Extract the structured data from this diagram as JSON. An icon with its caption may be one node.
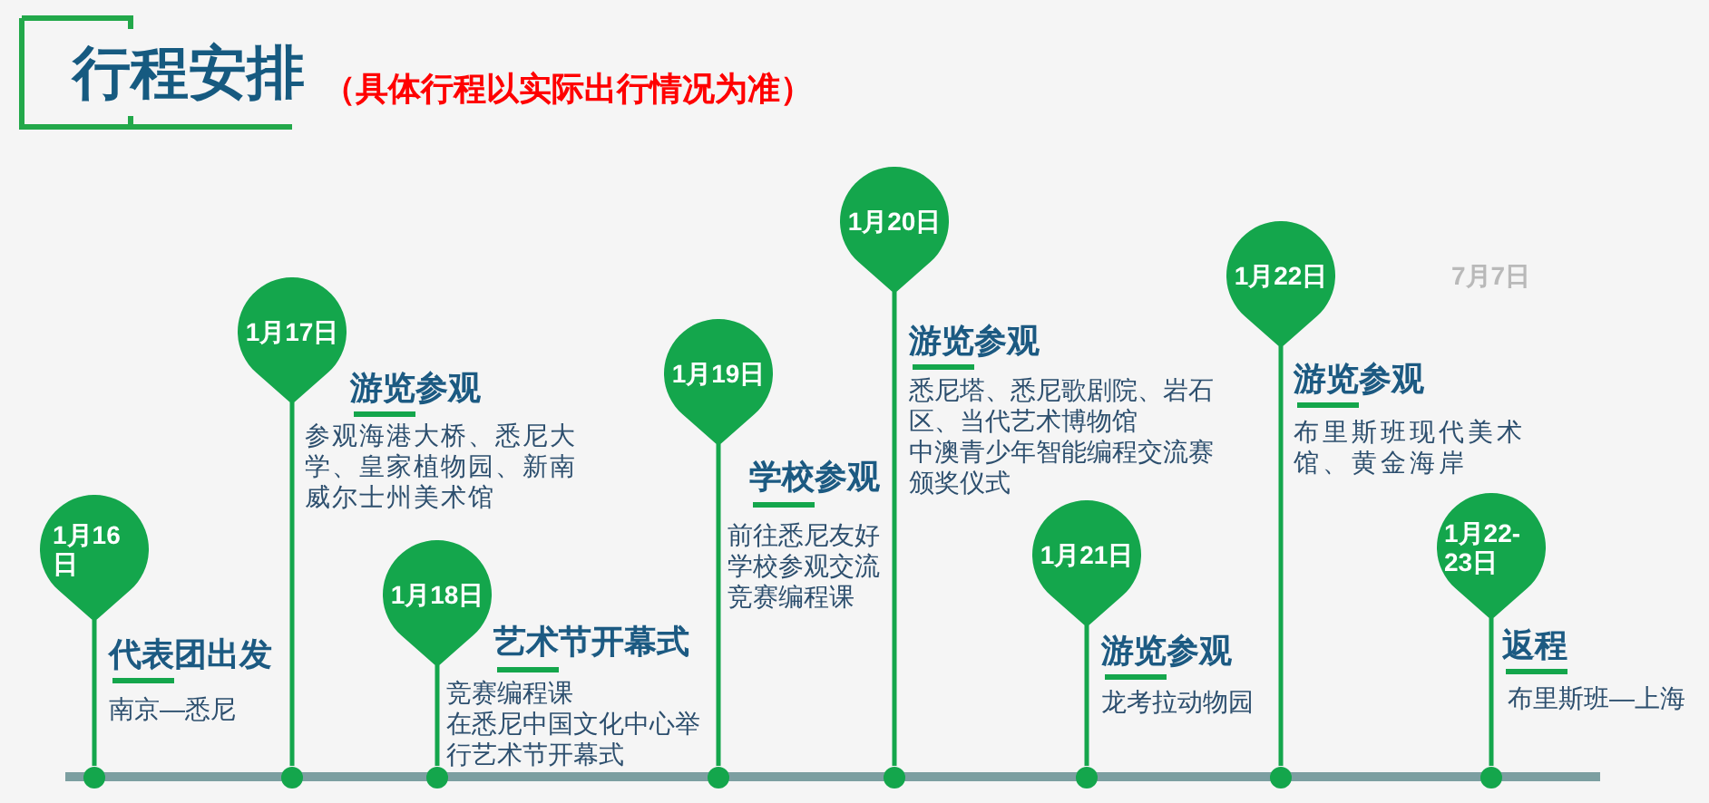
{
  "diagram": {
    "title": "行程安排",
    "nodes": [
      {
        "text": [
          "1月16日"
        ],
        "beside": [
          "代表团出发",
          "南京—悉尼"
        ]
      },
      {
        "text": [
          "1月17日"
        ],
        "beside": [
          "游览参观",
          "参观海港大桥、悉尼大学、皇家植物园、新南威尔士州美术馆"
        ]
      },
      {
        "text": [
          "1月18日"
        ],
        "beside": [
          "艺术节开幕式",
          "竞赛编程课",
          "在悉尼中国文化中心举行艺术节开幕式"
        ]
      },
      {
        "text": [
          "1月19日"
        ],
        "beside": [
          "学校参观",
          "前往悉尼友好学校参观交流",
          "竞赛编程课"
        ]
      },
      {
        "text": [
          "1月20日"
        ],
        "beside": [
          "游览参观",
          "悉尼塔、悉尼歌剧院、岩石区、当代艺术博物馆",
          "中澳青少年智能编程交流赛颁奖仪式"
        ]
      },
      {
        "text": [
          "1月21日"
        ],
        "beside": [
          "游览参观",
          "龙考拉动物园"
        ]
      },
      {
        "text": [
          "1月22日"
        ],
        "beside": [
          "游览参观",
          "布里斯班现代美术馆、黄金海岸"
        ]
      },
      {
        "text": [
          "1月22-23日"
        ],
        "beside": [
          "返程",
          "布里斯班—上海"
        ]
      },
      {
        "text": [],
        "shape": "circle"
      },
      {
        "text": [],
        "shape": "circle"
      },
      {
        "text": [],
        "shape": "circle"
      },
      {
        "text": [],
        "shape": "circle"
      },
      {
        "text": [],
        "shape": "circle"
      },
      {
        "text": [],
        "shape": "circle"
      },
      {
        "text": [],
        "shape": "circle"
      },
      {
        "text": [],
        "shape": "circle"
      }
    ],
    "edges": [
      {
        "from": 0,
        "to": 8,
        "arrow": "none"
      },
      {
        "from": 1,
        "to": 9,
        "arrow": "none"
      },
      {
        "from": 2,
        "to": 10,
        "arrow": "none"
      },
      {
        "from": 3,
        "to": 11,
        "arrow": "none"
      },
      {
        "from": 4,
        "to": 12,
        "arrow": "none"
      },
      {
        "from": 5,
        "to": 13,
        "arrow": "none"
      },
      {
        "from": 6,
        "to": 14,
        "arrow": "none"
      },
      {
        "from": 7,
        "to": 15,
        "arrow": "none"
      }
    ],
    "labels": [
      "（具体行程以实际出行情况为准）",
      "7月7日"
    ]
  }
}
